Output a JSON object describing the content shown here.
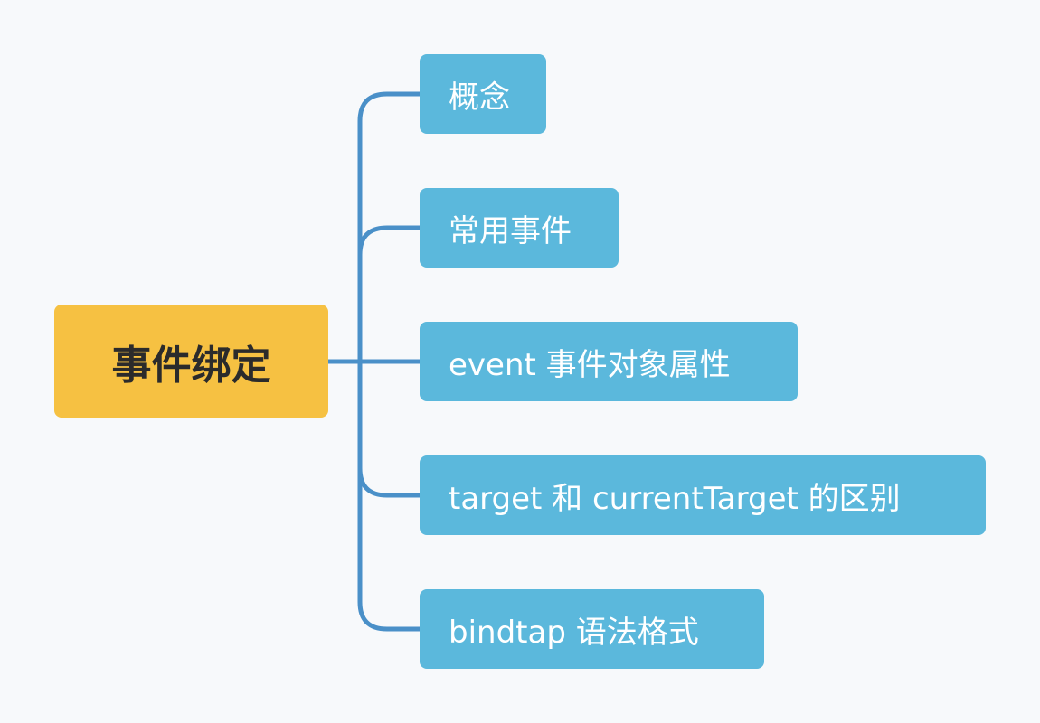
{
  "mindmap": {
    "root": {
      "label": "事件绑定"
    },
    "children": [
      {
        "label": "概念"
      },
      {
        "label": "常用事件"
      },
      {
        "label": "event 事件对象属性"
      },
      {
        "label": "target 和 currentTarget 的区别"
      },
      {
        "label": "bindtap 语法格式"
      }
    ],
    "colors": {
      "background": "#f7f9fb",
      "root_fill": "#f6c142",
      "root_text": "#2b2b2b",
      "child_fill": "#5bb8dc",
      "child_text": "#ffffff",
      "connector": "#4a90c8"
    }
  }
}
